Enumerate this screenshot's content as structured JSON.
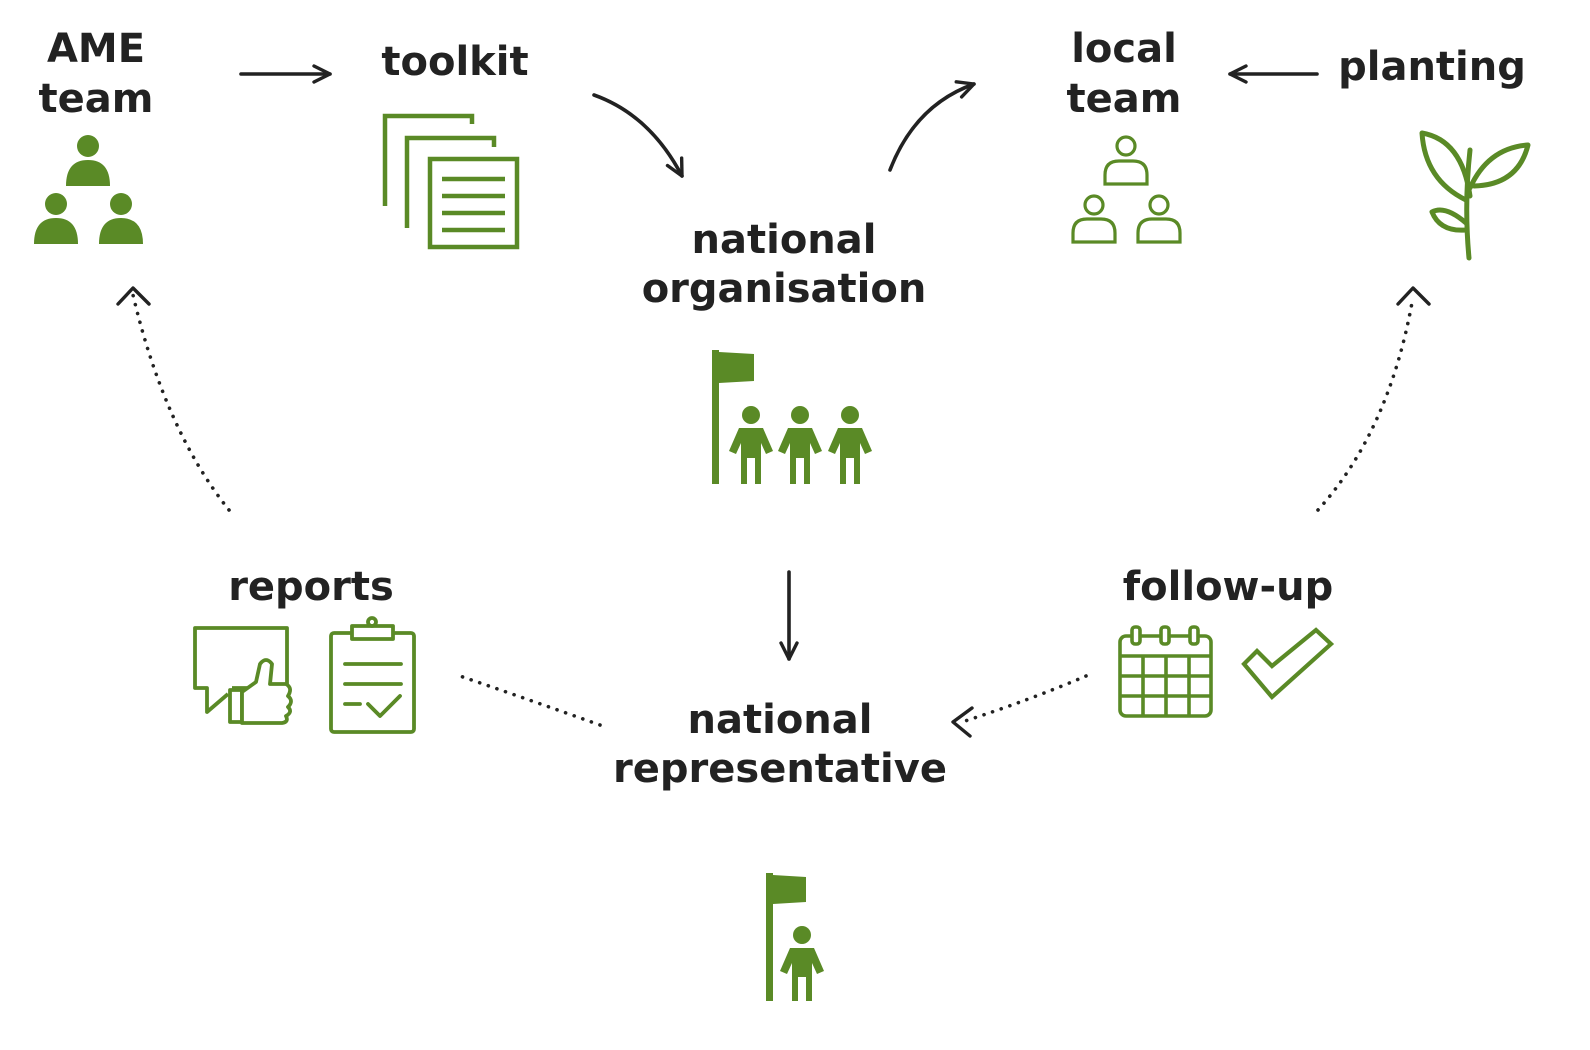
{
  "colors": {
    "accent": "#5a8a26",
    "text": "#222222",
    "arrow": "#222222",
    "background": "#ffffff"
  },
  "nodes": {
    "ame_team": {
      "line1": "AME",
      "line2": "team",
      "icon": "team-icon-filled"
    },
    "toolkit": {
      "label": "toolkit",
      "icon": "documents-icon"
    },
    "national_organisation": {
      "line1": "national",
      "line2": "organisation",
      "icon": "flag-group-icon"
    },
    "local_team": {
      "line1": "local",
      "line2": "team",
      "icon": "team-icon-outline"
    },
    "planting": {
      "label": "planting",
      "icon": "plant-icon"
    },
    "reports": {
      "label": "reports",
      "icon_feedback": "feedback-thumbs-up-icon",
      "icon_clipboard": "clipboard-check-icon"
    },
    "follow_up": {
      "label": "follow-up",
      "icon_calendar": "calendar-icon",
      "icon_check": "checkmark-icon"
    },
    "national_representative": {
      "line1": "national",
      "line2": "representative",
      "icon": "flag-person-icon"
    }
  }
}
